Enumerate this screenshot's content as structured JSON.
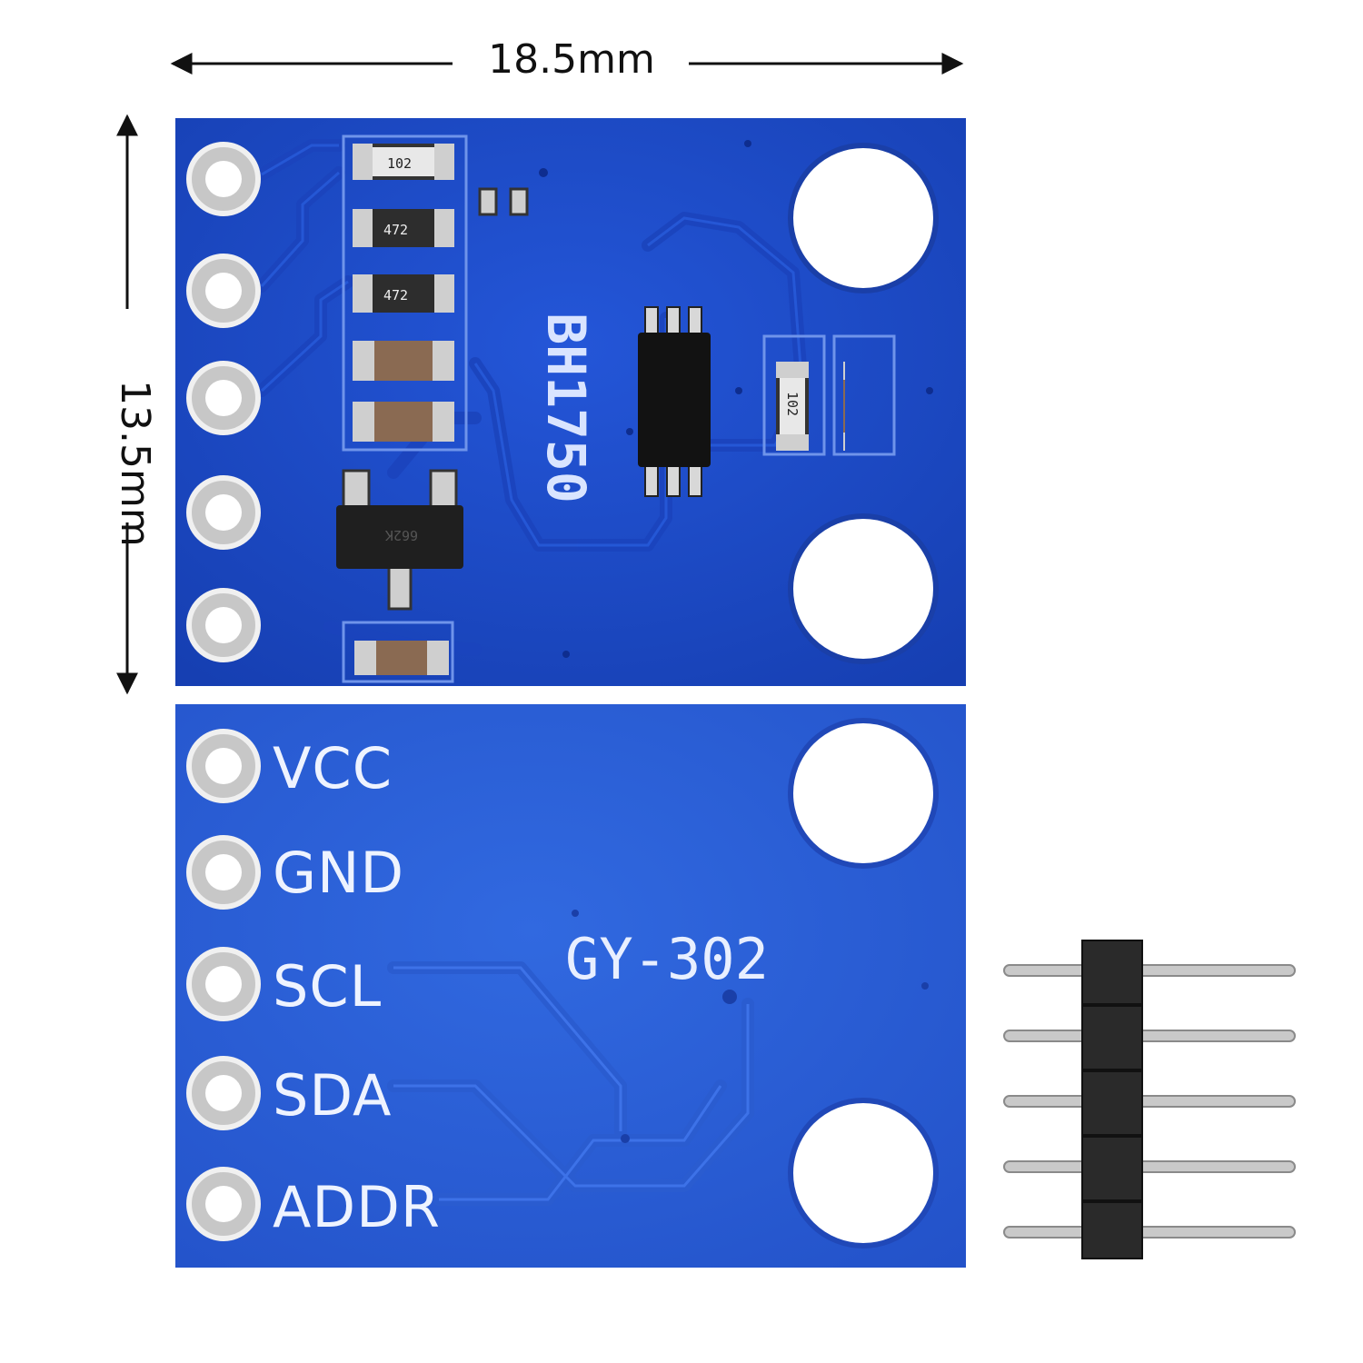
{
  "dimensions": {
    "width_label": "18.5mm",
    "height_label": "13.5mm"
  },
  "front_board": {
    "chip_label": "BH1750",
    "resistor_labels": [
      "102",
      "472",
      "472"
    ],
    "side_resistor_label": "102",
    "regulator_label": "662K",
    "board_color": "#1d49c6"
  },
  "back_board": {
    "model_label": "GY-302",
    "pin_labels": [
      "VCC",
      "GND",
      "SCL",
      "SDA",
      "ADDR"
    ],
    "board_color": "#2a5fd6"
  },
  "header": {
    "pin_count": 5
  }
}
